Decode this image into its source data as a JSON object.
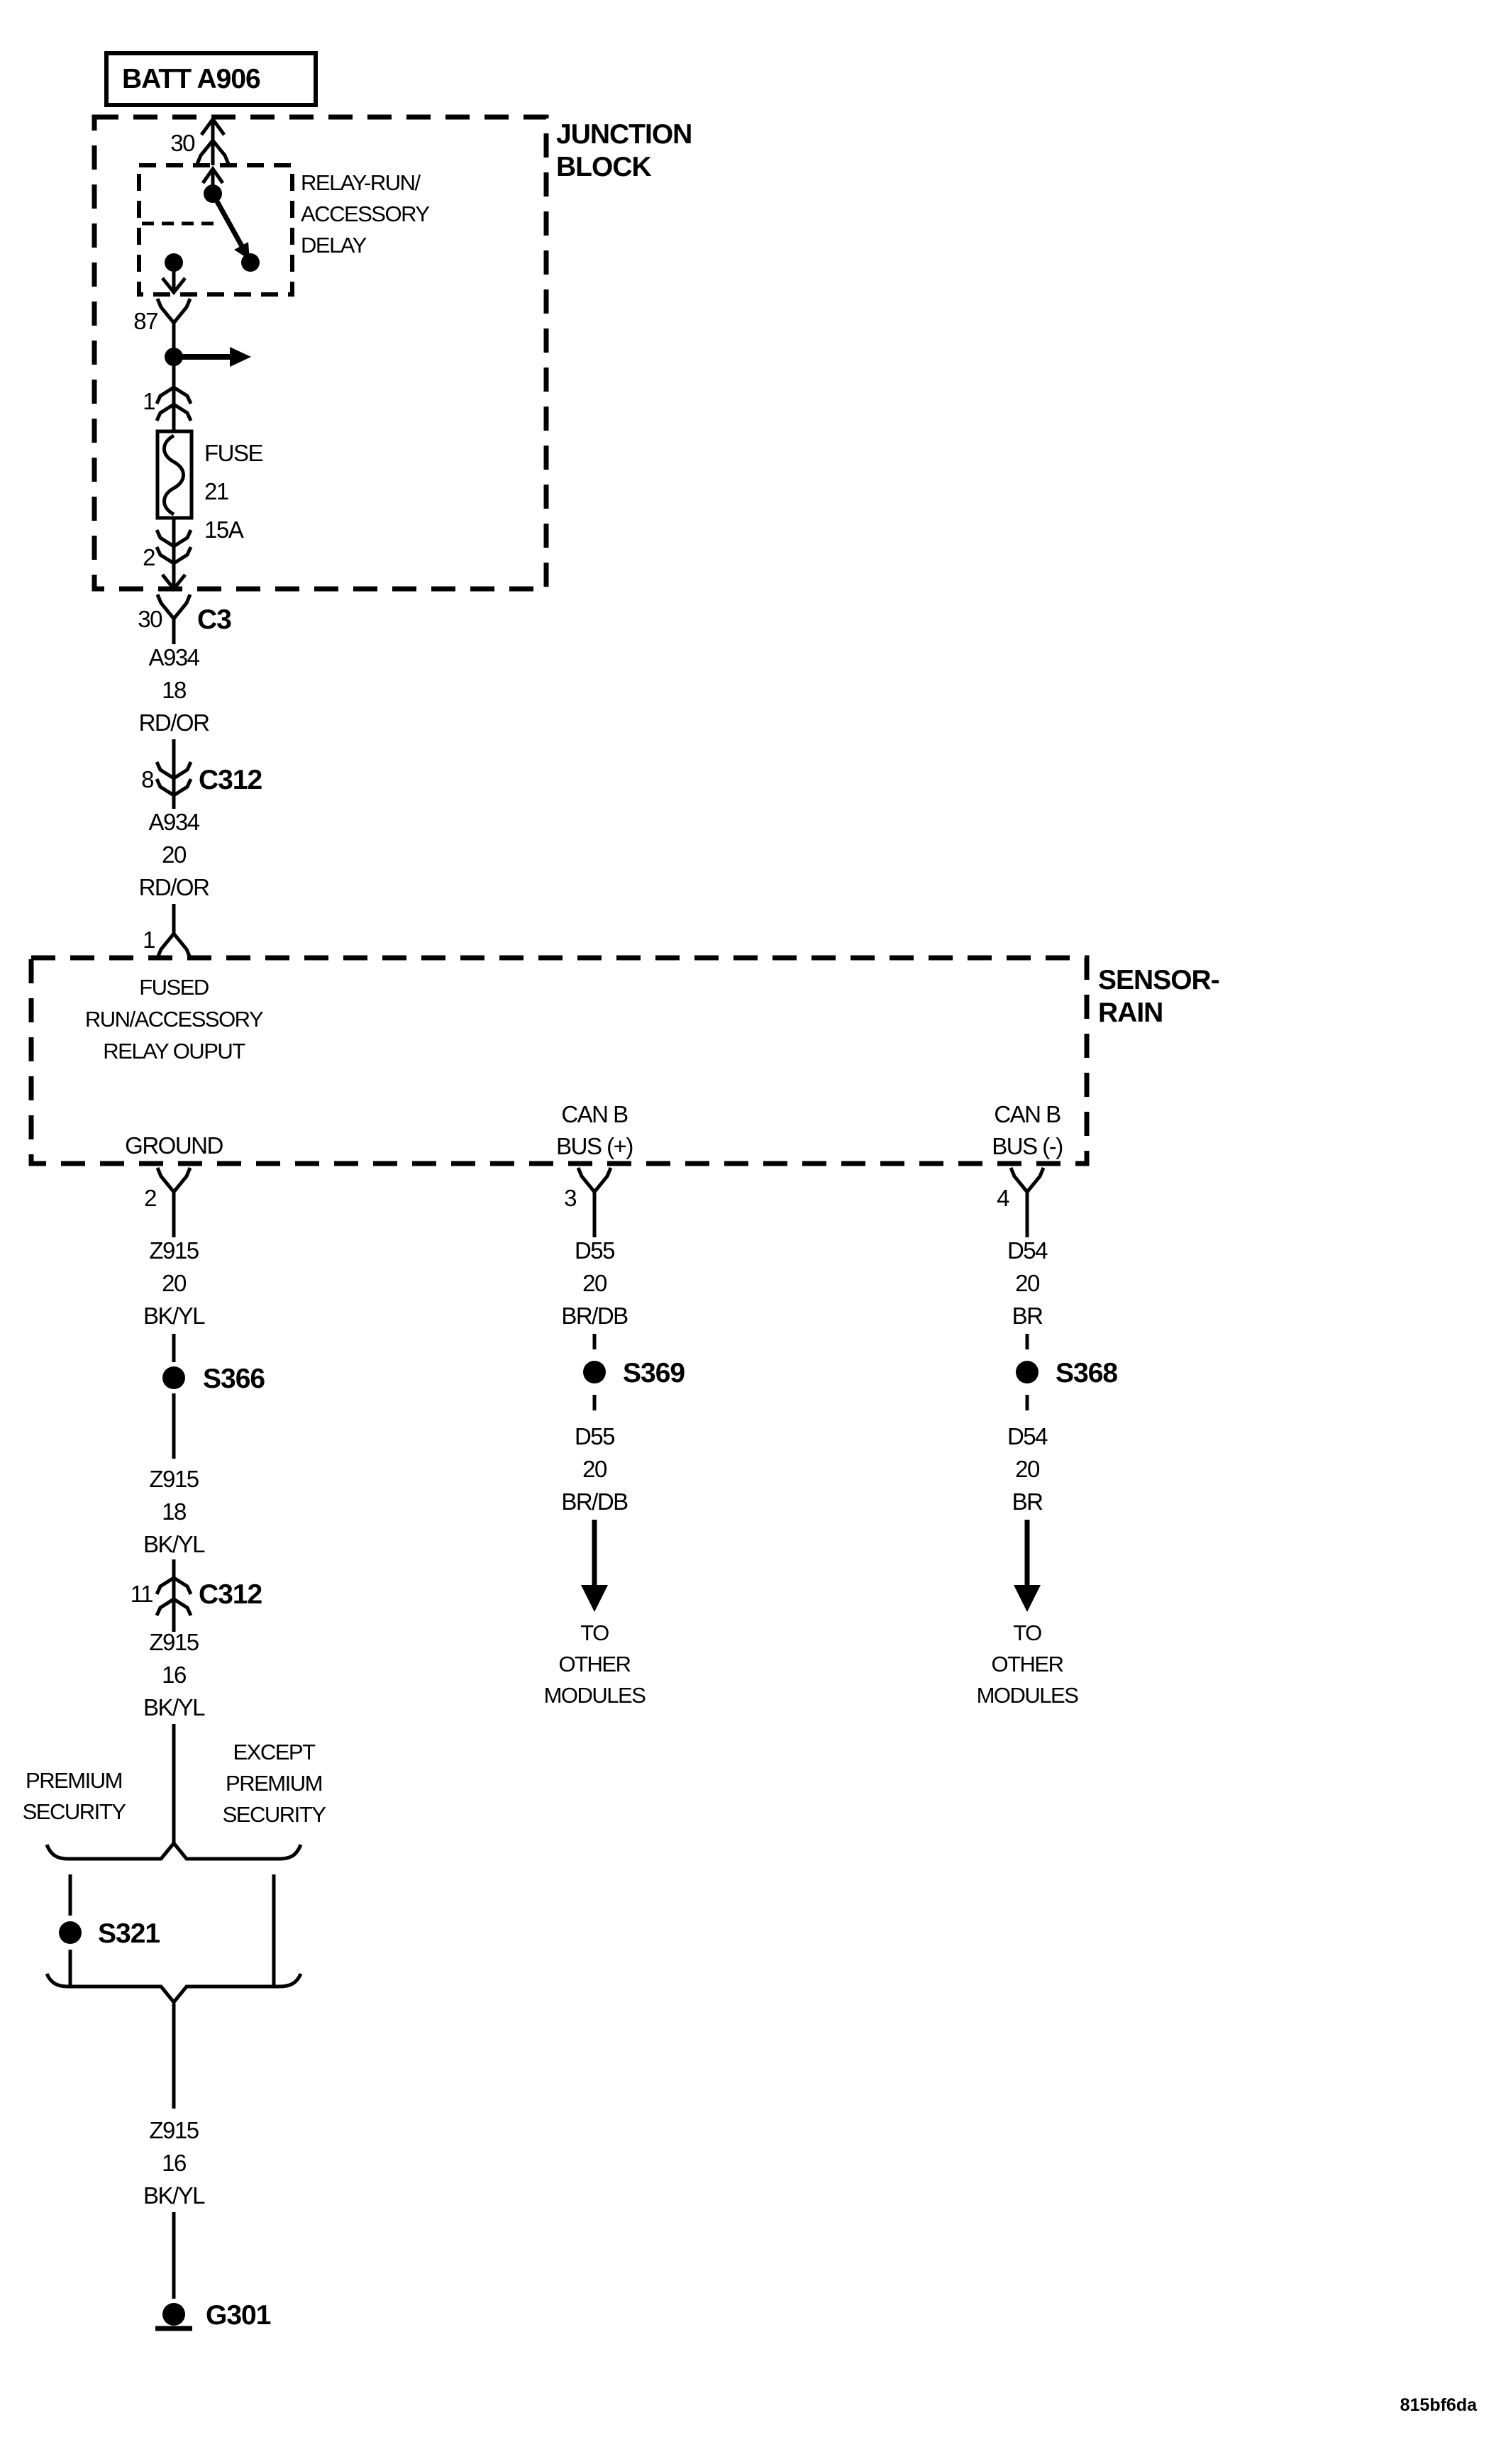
{
  "title_block": {
    "battery": "BATT A906",
    "footer_code": "815bf6da"
  },
  "junction_block": {
    "label1": "JUNCTION",
    "label2": "BLOCK",
    "pin30": "30",
    "pin87": "87",
    "pin1": "1",
    "pin2": "2",
    "relay": {
      "line1": "RELAY-RUN/",
      "line2": "ACCESSORY",
      "line3": "DELAY"
    },
    "fuse": {
      "label": "FUSE",
      "number": "21",
      "rating": "15A"
    }
  },
  "connectors": {
    "c3": {
      "pin": "30",
      "name": "C3"
    },
    "c312_8": {
      "pin": "8",
      "name": "C312"
    },
    "c312_11": {
      "pin": "11",
      "name": "C312"
    }
  },
  "wires": {
    "a934_18": {
      "circuit": "A934",
      "gauge": "18",
      "color": "RD/OR"
    },
    "a934_20": {
      "circuit": "A934",
      "gauge": "20",
      "color": "RD/OR"
    },
    "z915_20": {
      "circuit": "Z915",
      "gauge": "20",
      "color": "BK/YL"
    },
    "z915_18": {
      "circuit": "Z915",
      "gauge": "18",
      "color": "BK/YL"
    },
    "z915_16a": {
      "circuit": "Z915",
      "gauge": "16",
      "color": "BK/YL"
    },
    "z915_16b": {
      "circuit": "Z915",
      "gauge": "16",
      "color": "BK/YL"
    },
    "d55_a": {
      "circuit": "D55",
      "gauge": "20",
      "color": "BR/DB"
    },
    "d55_b": {
      "circuit": "D55",
      "gauge": "20",
      "color": "BR/DB"
    },
    "d54_a": {
      "circuit": "D54",
      "gauge": "20",
      "color": "BR"
    },
    "d54_b": {
      "circuit": "D54",
      "gauge": "20",
      "color": "BR"
    }
  },
  "rain_sensor": {
    "label1": "SENSOR-",
    "label2": "RAIN",
    "pin1": "1",
    "pin2": "2",
    "pin3": "3",
    "pin4": "4",
    "fused_output": {
      "line1": "FUSED",
      "line2": "RUN/ACCESSORY",
      "line3": "RELAY OUPUT"
    },
    "ground_label": "GROUND",
    "can_b_plus": {
      "line1": "CAN B",
      "line2": "BUS (+)"
    },
    "can_b_minus": {
      "line1": "CAN B",
      "line2": "BUS (-)"
    }
  },
  "splices": {
    "s366": "S366",
    "s369": "S369",
    "s368": "S368",
    "s321": "S321"
  },
  "ground": {
    "name": "G301"
  },
  "options": {
    "premium": {
      "line1": "PREMIUM",
      "line2": "SECURITY"
    },
    "except_premium": {
      "line1": "EXCEPT",
      "line2": "PREMIUM",
      "line3": "SECURITY"
    }
  },
  "to_other_modules": {
    "line1": "TO",
    "line2": "OTHER",
    "line3": "MODULES"
  }
}
